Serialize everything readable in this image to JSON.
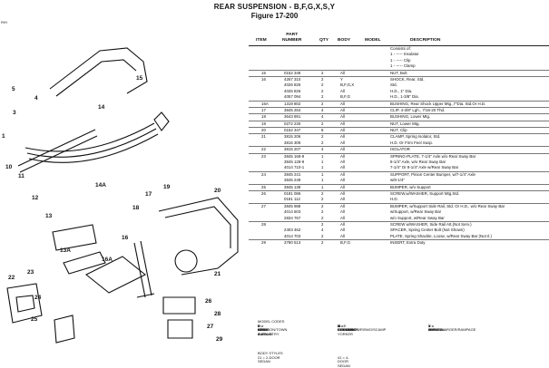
{
  "header": {
    "title": "REAR SUSPENSION - B,F,G,X,S,Y",
    "figure": "Figure  17-200"
  },
  "corner_label": "R/H",
  "columns": {
    "item": "ITEM",
    "part_number": "PART\nNUMBER",
    "qty": "QTY",
    "body": "BODY",
    "model": "MODEL",
    "description": "DESCRIPTION"
  },
  "rows": [
    {
      "item": "",
      "part": "",
      "qty": "",
      "body": "",
      "model": "",
      "desc": "Consists of:",
      "rule": false
    },
    {
      "item": "",
      "part": "",
      "qty": "",
      "body": "",
      "model": "",
      "desc": "1 - ----- Insulator",
      "rule": false
    },
    {
      "item": "",
      "part": "",
      "qty": "",
      "body": "",
      "model": "",
      "desc": "1 - ----- Clip",
      "rule": false
    },
    {
      "item": "",
      "part": "",
      "qty": "",
      "body": "",
      "model": "",
      "desc": "1 - ----- Clamp",
      "rule": false
    },
    {
      "item": "15",
      "part": "0152 348",
      "qty": "2",
      "body": "All",
      "model": "",
      "desc": "NUT, Bolt",
      "rule": true
    },
    {
      "item": "16",
      "part": "4267 310",
      "qty": "2",
      "body": "Y",
      "model": "",
      "desc": "SHOCK, Rear, Std.",
      "rule": true
    },
    {
      "item": "",
      "part": "4026 825",
      "qty": "2",
      "body": "B,F,G,X",
      "model": "",
      "desc": "Std.",
      "rule": false
    },
    {
      "item": "",
      "part": "4026 826",
      "qty": "2",
      "body": "All",
      "model": "",
      "desc": "H.D., 1\" Dia.",
      "rule": false
    },
    {
      "item": "",
      "part": "4057 094",
      "qty": "2",
      "body": "B,F,G",
      "model": "",
      "desc": "H.D., 1-3/8\" Dia.",
      "rule": false
    },
    {
      "item": "16A",
      "part": "1319 802",
      "qty": "2",
      "body": "All",
      "model": "",
      "desc": "BUSHING, Rear Shock Upper Mtg.,7\"Dia. Std.Or H.D.",
      "rule": true
    },
    {
      "item": "17",
      "part": "3845 264",
      "qty": "4",
      "body": "All",
      "model": "",
      "desc": "CLIP, 4-3/8\" Lgh., 7/16-20 Thd.",
      "rule": true
    },
    {
      "item": "18",
      "part": "3643 891",
      "qty": "4",
      "body": "All",
      "model": "",
      "desc": "BUSHING, Lower Mtg.",
      "rule": true
    },
    {
      "item": "19",
      "part": "0272 230",
      "qty": "2",
      "body": "All",
      "model": "",
      "desc": "NUT, Lower Mtg.",
      "rule": true
    },
    {
      "item": "20",
      "part": "0152 347",
      "qty": "8",
      "body": "All",
      "model": "",
      "desc": "NUT, Clip",
      "rule": true
    },
    {
      "item": "21",
      "part": "3815 206",
      "qty": "2",
      "body": "All",
      "model": "",
      "desc": "CLAMP, Spring Isolator, Std.",
      "rule": true
    },
    {
      "item": "",
      "part": "3815 309",
      "qty": "2",
      "body": "All",
      "model": "",
      "desc": "H.D. Or Firm Feel Susp.",
      "rule": false
    },
    {
      "item": "22",
      "part": "3815 207",
      "qty": "4",
      "body": "All",
      "model": "",
      "desc": "ISOLATOR",
      "rule": true
    },
    {
      "item": "23",
      "part": "3845 168-9",
      "qty": "1",
      "body": "All",
      "model": "",
      "desc": "SPRING-PLATE, 7-1/4\" Axle w/o Rear Sway Bar",
      "rule": true
    },
    {
      "item": "",
      "part": "3845 128-9",
      "qty": "1",
      "body": "All",
      "model": "",
      "desc": "8-1/4\" Axle, w/o Rear Sway Bar",
      "rule": false
    },
    {
      "item": "",
      "part": "4014 710-1",
      "qty": "1",
      "body": "All",
      "model": "",
      "desc": "7-1/4\" Or 8-1/4\" Axle w/Rear Sway Bar",
      "rule": false
    },
    {
      "item": "24",
      "part": "3845 241",
      "qty": "1",
      "body": "All",
      "model": "",
      "desc": "SUPPORT, Pinion Center Bumper, w/7-1/4\" Axle",
      "rule": true
    },
    {
      "item": "",
      "part": "3845 249",
      "qty": "1",
      "body": "All",
      "model": "",
      "desc": "w/8-1/4\"",
      "rule": false
    },
    {
      "item": "25",
      "part": "3845 139",
      "qty": "1",
      "body": "All",
      "model": "",
      "desc": "BUMPER, w/o Support",
      "rule": true
    },
    {
      "item": "26",
      "part": "0181 086",
      "qty": "2",
      "body": "All",
      "model": "",
      "desc": "SCREW,w/WASHER, Support Mtg.Std.",
      "rule": true
    },
    {
      "item": "",
      "part": "0181 112",
      "qty": "2",
      "body": "All",
      "model": "",
      "desc": "H.D.",
      "rule": false
    },
    {
      "item": "27",
      "part": "3845 988",
      "qty": "2",
      "body": "All",
      "model": "",
      "desc": "BUMPER, w/Support Side Rail, Std. Or H.D., w/o Rear Sway Bar",
      "rule": true
    },
    {
      "item": "",
      "part": "4014 503",
      "qty": "2",
      "body": "All",
      "model": "",
      "desc": "w/Support, w/Rear Sway Bar",
      "rule": false
    },
    {
      "item": "",
      "part": "2834 767",
      "qty": "2",
      "body": "All",
      "model": "",
      "desc": "w/o Support, w/Rear Sway Bar",
      "rule": false
    },
    {
      "item": "28",
      "part": "",
      "qty": "2",
      "body": "All",
      "model": "",
      "desc": "SCREW w/WASHER, Side Rail Att.(Not Serv.)",
      "rule": true
    },
    {
      "item": "",
      "part": "2403 462",
      "qty": "4",
      "body": "All",
      "model": "",
      "desc": "SPACER, Spring Center Bolt (Not Shown)",
      "rule": false
    },
    {
      "item": "",
      "part": "4014 703",
      "qty": "2",
      "body": "All",
      "model": "",
      "desc": "PLATE, Spring Shackle, Loose, w/Rear Sway Bar (Not Il.)",
      "rule": false
    },
    {
      "item": "29",
      "part": "3780 513",
      "qty": "2",
      "body": "B,F,G",
      "model": "",
      "desc": "INSERT, Extra Duty",
      "rule": true
    }
  ],
  "model_codes": {
    "heading": "MODEL CODES",
    "col1": [
      "B = GRAN FURY",
      "C = LEBARON/TOWN & COUNTRY",
      "D = ARIES",
      "E = 600",
      "F = FIFTH AVENUE"
    ],
    "col2": [
      "G = DIPLOMAT",
      "M = HORIZON/TURISMO/SCAMP",
      "R = RELIANT",
      "S = CORDOBA",
      "T = E CLASS/NEW YORKER"
    ],
    "col3": [
      "V = 400",
      "X = MIRADA",
      "Y = IMPERIAL",
      "Z = OMNI/CHARGER/RAMPAGE"
    ]
  },
  "body_styles": {
    "heading": "BODY STYLES",
    "col1": [
      "21 = 2-DOOR SEDAN"
    ],
    "col2": [
      "41 = 4-DOOR SEDAN"
    ]
  },
  "callouts": [
    "1",
    "3",
    "4",
    "5",
    "10",
    "11",
    "12",
    "13",
    "13A",
    "14",
    "14A",
    "15",
    "16",
    "16A",
    "17",
    "18",
    "19",
    "20",
    "21",
    "22",
    "23",
    "24",
    "25",
    "26",
    "27",
    "28",
    "29"
  ]
}
